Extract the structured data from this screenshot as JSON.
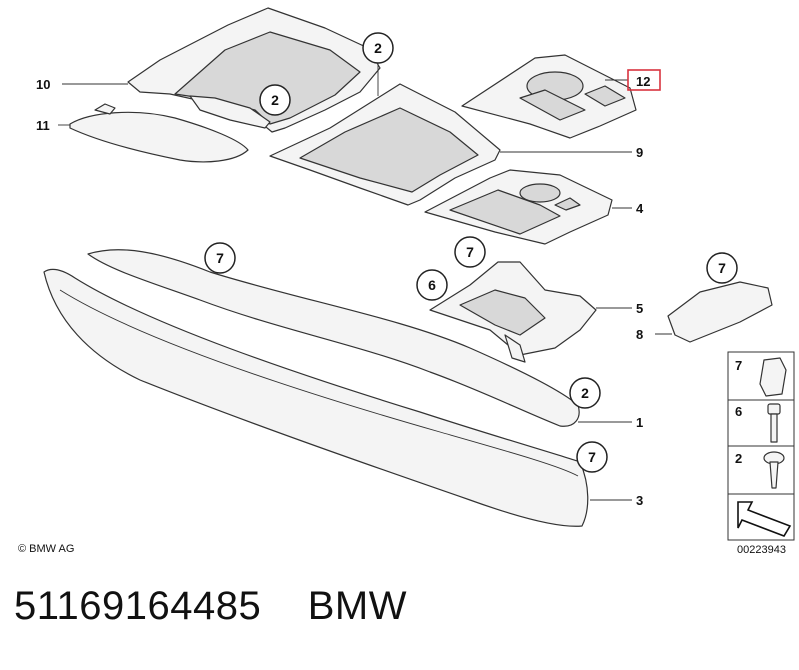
{
  "copyright": "© BMW AG",
  "diagram_id": "00223943",
  "highlight_color": "#d9333f",
  "callouts": {
    "c1": "2",
    "c2": "2",
    "c3": "7",
    "c4": "6",
    "c5": "7",
    "c6": "2",
    "c7": "7",
    "c8": "7"
  },
  "labels": {
    "l10": "10",
    "l11": "11",
    "l12": "12",
    "l9": "9",
    "l4": "4",
    "l5": "5",
    "l8": "8",
    "l1": "1",
    "l3": "3"
  },
  "legend": {
    "k7": "7",
    "k6": "6",
    "k2": "2"
  },
  "footer": {
    "part_number": "51169164485",
    "brand": "BMW"
  }
}
